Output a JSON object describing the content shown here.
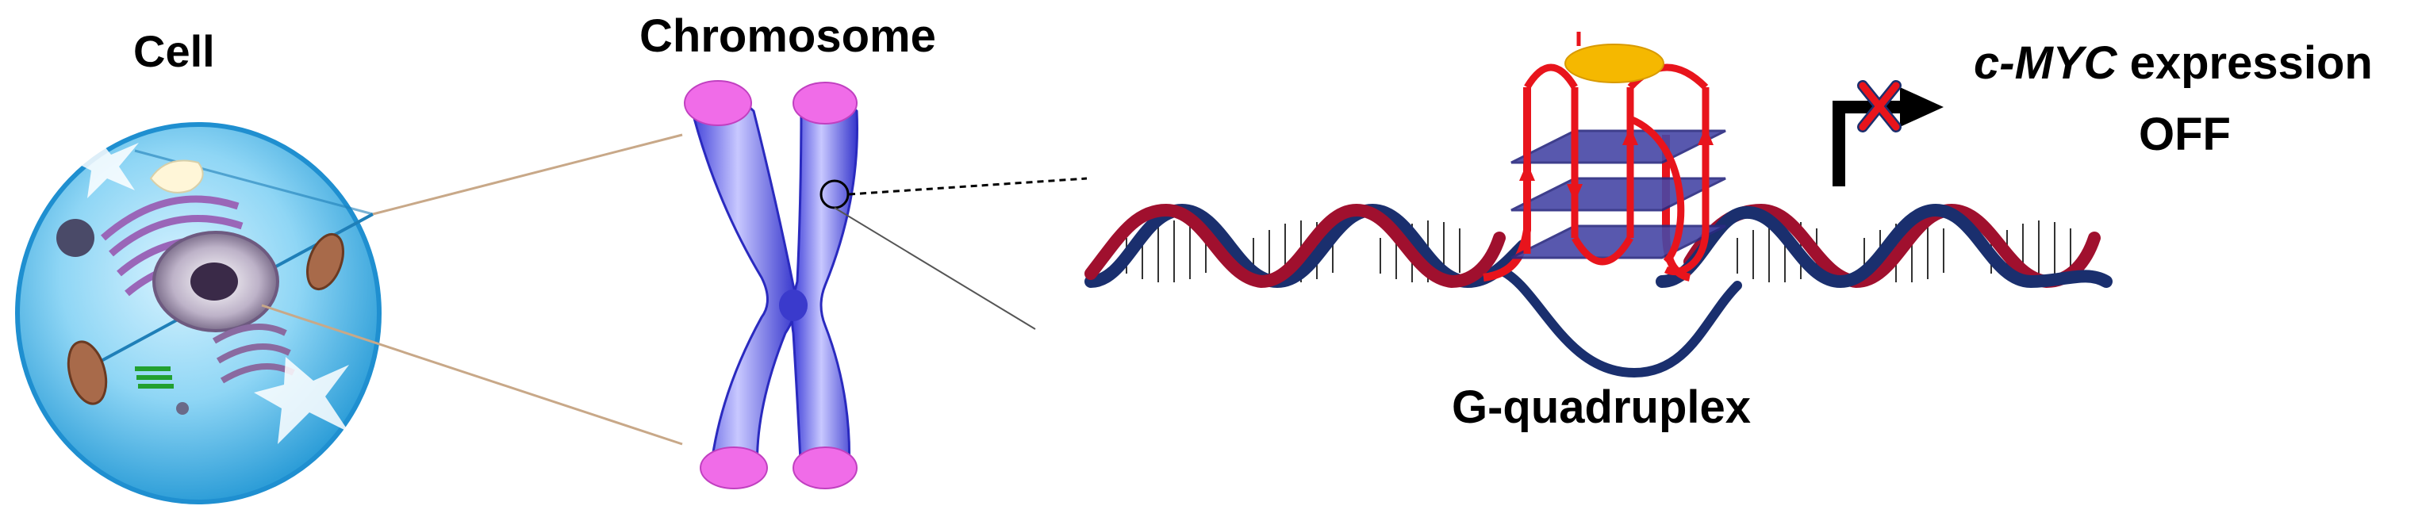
{
  "labels": {
    "cell": "Cell",
    "chromosome": "Chromosome",
    "g_quadruplex": "G-quadruplex",
    "gene_name": "c-MYC",
    "expression_word": "expression",
    "state": "OFF"
  },
  "colors": {
    "dna_red": "#a0102e",
    "dna_blue": "#1a2f6e",
    "quadruplex_red": "#e8141c",
    "tetrad_fill": "#4747a6",
    "ligand": "#f5b800",
    "chromosome_blue": "#5b5be8",
    "telomere_pink": "#f06ce8",
    "cell_blue": "#5cc4ee"
  },
  "icons": [
    "cell-illustration",
    "chromosome-illustration",
    "dna-double-helix",
    "g-quadruplex-structure",
    "ligand-disk",
    "transcription-arrow-icon",
    "blocked-x-icon"
  ]
}
